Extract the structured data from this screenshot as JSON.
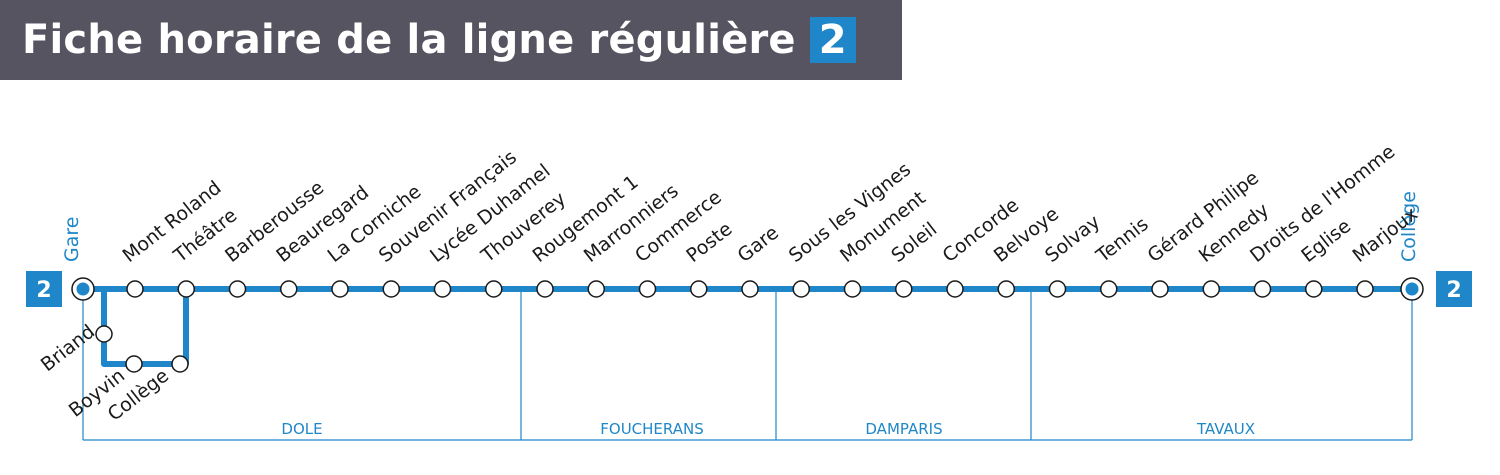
{
  "title": {
    "text": "Fiche horaire de la ligne régulière",
    "line_number": "2"
  },
  "colors": {
    "line": "#1f87c9",
    "title_bg": "#555460",
    "text": "#1a1a1a"
  },
  "line_badges": {
    "left": "2",
    "right": "2"
  },
  "termini": {
    "start": "Gare",
    "end": "Collège"
  },
  "main_stops": [
    "Mont Roland",
    "Théâtre",
    "Barberousse",
    "Beauregard",
    "La Corniche",
    "Souvenir Français",
    "Lycée Duhamel",
    "Thouverey",
    "Rougemont 1",
    "Marronniers",
    "Commerce",
    "Poste",
    "Gare",
    "Sous les Vignes",
    "Monument",
    "Soleil",
    "Concorde",
    "Belvoye",
    "Solvay",
    "Tennis",
    "Gérard Philipe",
    "Kennedy",
    "Droits de l'Homme",
    "Eglise",
    "Marjoux"
  ],
  "branch_stops": [
    "Briand",
    "Boyvin",
    "Collège"
  ],
  "communes": [
    "DOLE",
    "FOUCHERANS",
    "DAMPARIS",
    "TAVAUX"
  ]
}
